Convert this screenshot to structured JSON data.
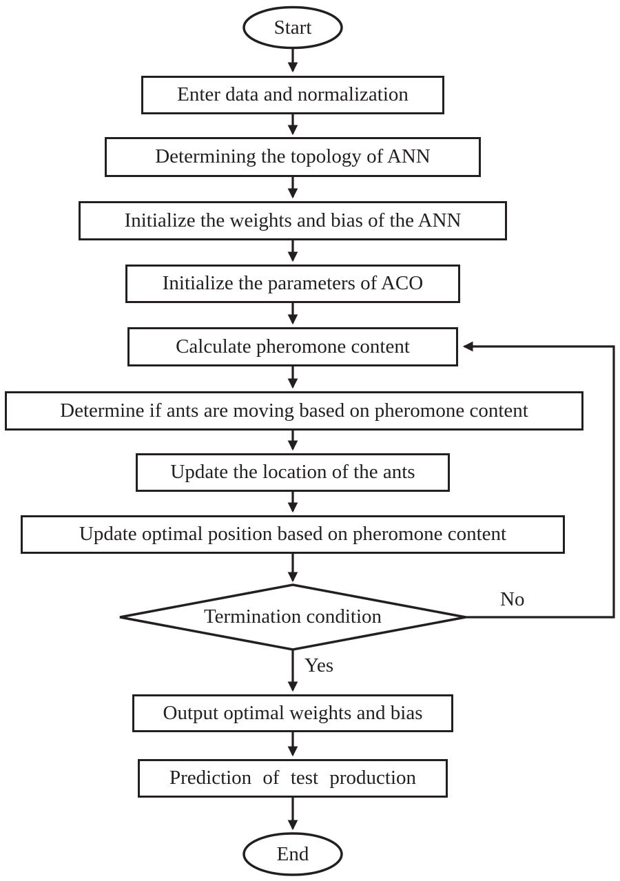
{
  "figure": {
    "type": "flowchart",
    "description": "ACO-ANN algorithm flowchart"
  },
  "colors": {
    "stroke": "#231f20",
    "background": "#ffffff"
  },
  "nodes": [
    {
      "id": "start",
      "shape": "ellipse",
      "label": "Start"
    },
    {
      "id": "enter-data",
      "shape": "rect",
      "label": "Enter data and normalization"
    },
    {
      "id": "topology",
      "shape": "rect",
      "label": "Determining the topology of ANN"
    },
    {
      "id": "init-weights",
      "shape": "rect",
      "label": "Initialize the weights and bias of the ANN"
    },
    {
      "id": "init-aco",
      "shape": "rect",
      "label": "Initialize the parameters of ACO"
    },
    {
      "id": "calc-pheromone",
      "shape": "rect",
      "label": "Calculate pheromone content"
    },
    {
      "id": "determine-ants",
      "shape": "rect",
      "label": "Determine if ants are moving based on pheromone content"
    },
    {
      "id": "update-location",
      "shape": "rect",
      "label": "Update the location of the ants"
    },
    {
      "id": "update-optimal",
      "shape": "rect",
      "label": "Update optimal position based on pheromone content"
    },
    {
      "id": "termination",
      "shape": "diamond",
      "label": "Termination condition"
    },
    {
      "id": "output-weights",
      "shape": "rect",
      "label": "Output optimal weights and bias"
    },
    {
      "id": "prediction",
      "shape": "rect",
      "label": "Prediction of test production"
    },
    {
      "id": "end",
      "shape": "ellipse",
      "label": "End"
    }
  ],
  "edges": {
    "no_label": "No",
    "yes_label": "Yes"
  }
}
